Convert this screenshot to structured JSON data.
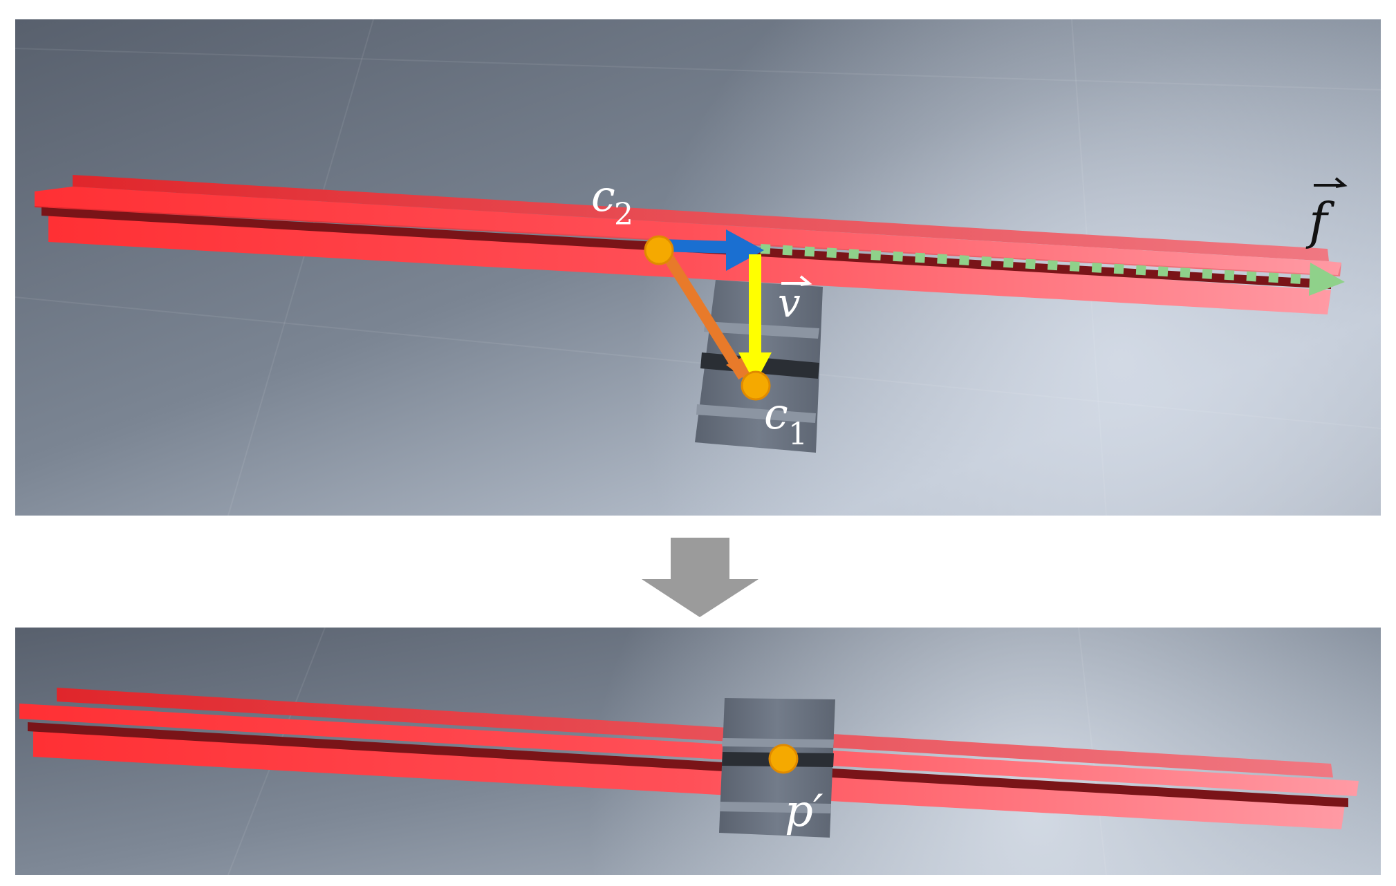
{
  "labels": {
    "c2": "c",
    "c2_sub": "2",
    "c1": "c",
    "c1_sub": "1",
    "v": "v",
    "f": "f",
    "p_prime": "p′"
  },
  "colors": {
    "rail": "#ff3b3f",
    "rail_light": "#ff9aa4",
    "slot": "#7a1418",
    "marker": "#f5a900",
    "arrow_blue": "#1a6fd1",
    "arrow_yellow": "#ffff00",
    "arrow_orange": "#e87a2a",
    "dotted_green": "#8fd18a",
    "transition_arrow": "#9b9b9b"
  },
  "icons": {
    "transition": "down-arrow-icon",
    "vector_accent": "right-harpoon-accent"
  }
}
